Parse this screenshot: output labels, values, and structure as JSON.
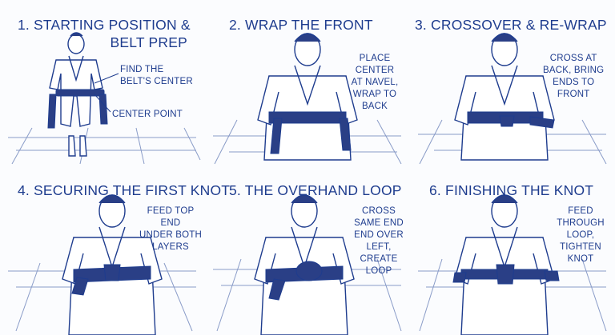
{
  "steps": [
    {
      "title_line1": "1. STARTING POSITION &",
      "title_line2": "BELT PREP",
      "note1": "FIND THE\nBELT'S CENTER",
      "note2": "CENTER POINT"
    },
    {
      "title_line1": "2. WRAP THE FRONT",
      "note1": "PLACE CENTER\nAT NAVEL,\nWRAP TO\nBACK"
    },
    {
      "title_line1": "3. CROSSOVER & RE-WRAP",
      "note1": "CROSS AT\nBACK, BRING\nENDS TO\nFRONT"
    },
    {
      "title_line1": "4. SECURING THE FIRST KNOT",
      "note1": "FEED TOP END\nUNDER BOTH\nLAYERS"
    },
    {
      "title_line1": "5. THE OVERHAND LOOP",
      "note1": "CROSS SAME END\nEND OVER LEFT,\nCREATE LOOP"
    },
    {
      "title_line1": "6. FINISHING THE KNOT",
      "note1": "FEED THROUGH\nLOOP, TIGHTEN\nKNOT"
    }
  ],
  "colors": {
    "ink": "#1e3c8e",
    "belt": "#2a3f86",
    "paper": "#fbfcfe"
  }
}
